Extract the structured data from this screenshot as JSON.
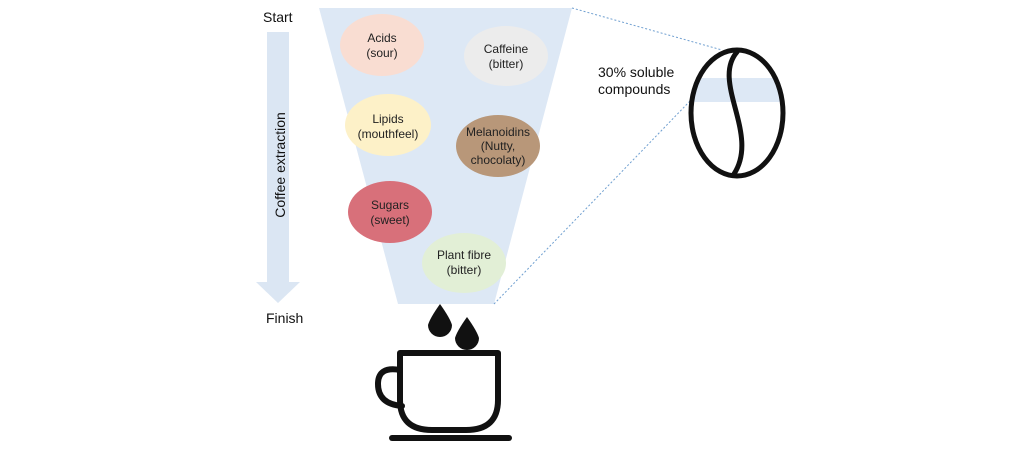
{
  "axis": {
    "start_label": "Start",
    "finish_label": "Finish",
    "arrow_label": "Coffee extraction"
  },
  "compounds": [
    {
      "name": "Acids",
      "note": "(sour)",
      "color": "#f9ddd2"
    },
    {
      "name": "Caffeine",
      "note": "(bitter)",
      "color": "#ececec"
    },
    {
      "name": "Lipids",
      "note": "(mouthfeel)",
      "color": "#fdf1c8"
    },
    {
      "name": "Melanoidins",
      "note": "(Nutty,",
      "note2": "chocolaty)",
      "color": "#b89779"
    },
    {
      "name": "Sugars",
      "note": "(sweet)",
      "color": "#d8707a"
    },
    {
      "name": "Plant fibre",
      "note": "(bitter)",
      "color": "#e2efd6"
    }
  ],
  "bean": {
    "label_line1": "30% soluble",
    "label_line2": "compounds",
    "icon": "coffee-bean-icon"
  },
  "cup": {
    "icon": "coffee-cup-icon",
    "drops_icon": "coffee-drops-icon"
  },
  "colors": {
    "funnel": "#dde8f5",
    "arrow": "#dbe6f3",
    "ink": "#111111",
    "dotted": "#6f9fd0"
  }
}
